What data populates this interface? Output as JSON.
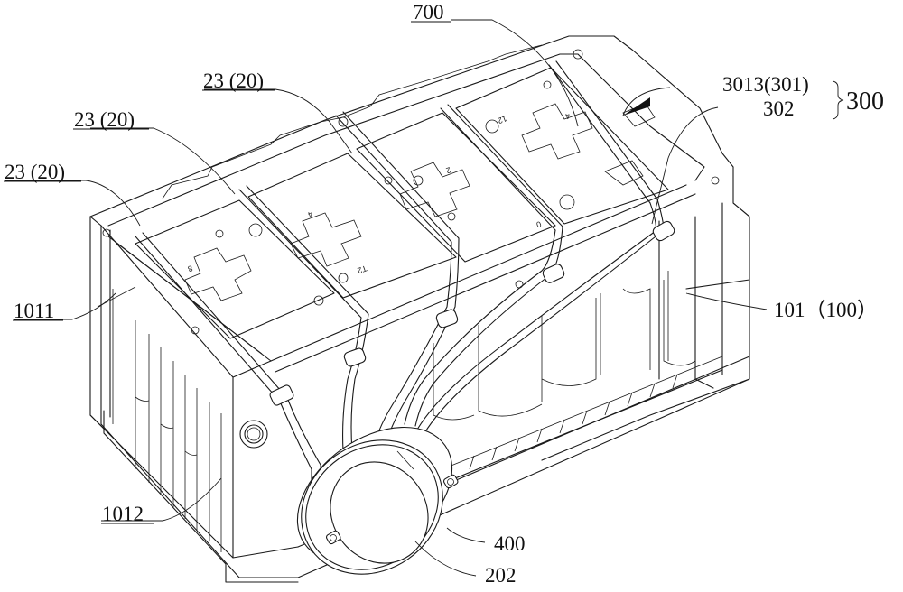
{
  "figure": {
    "type": "patent-line-drawing",
    "subject": "battery module assembly, isometric view",
    "colors": {
      "line": "#1a1a1a",
      "background": "#ffffff"
    }
  },
  "labels": {
    "l700": "700",
    "l3013": "3013(301)",
    "l302": "302",
    "l300": "300",
    "l23a": "23 (20)",
    "l23b": "23 (20)",
    "l23c": "23 (20)",
    "l1011": "1011",
    "l101": "101（100）",
    "l1012": "1012",
    "l400": "400",
    "l202": "202"
  },
  "plate_marks": [
    "4",
    "T2",
    "12",
    "2",
    "4",
    "8",
    "0"
  ]
}
